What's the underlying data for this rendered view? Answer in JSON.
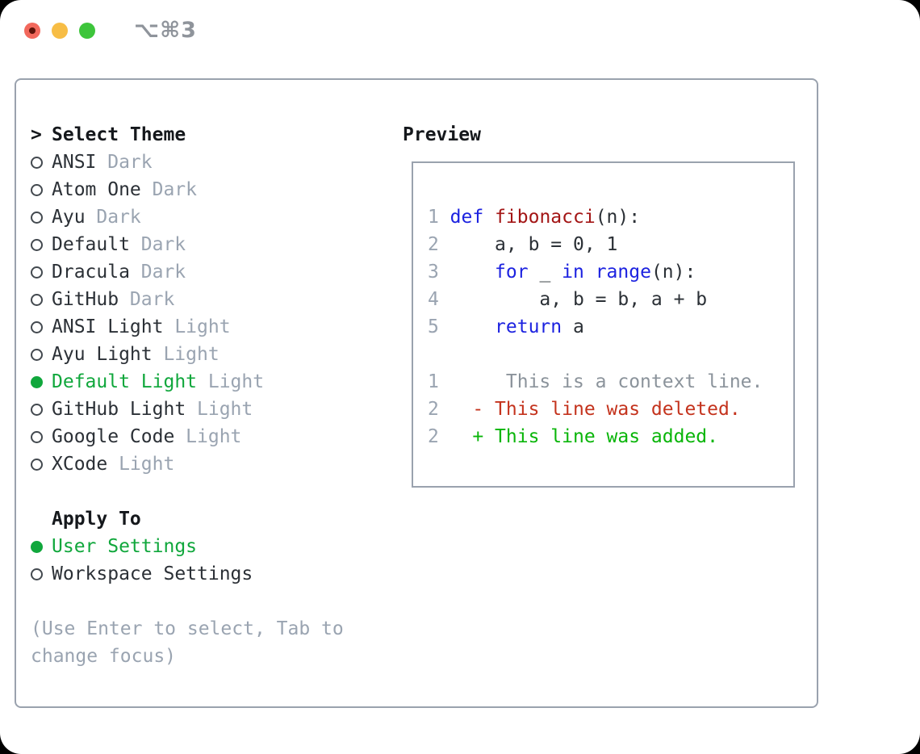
{
  "window": {
    "title": "⌥⌘3",
    "traffic_lights": [
      "close",
      "minimize",
      "maximize"
    ]
  },
  "colors": {
    "text": "#2b3036",
    "heading": "#15181c",
    "muted": "#9aa4b1",
    "context": "#8b939b",
    "keyword": "#1c22e0",
    "func": "#a31515",
    "deleted": "#c4331d",
    "added": "#09b509",
    "selection": "#10a73c",
    "border": "#9aa2ae",
    "title": "#8f949b",
    "tl_red": "#f2685c",
    "tl_yellow": "#f7bd45",
    "tl_green": "#3dc53b"
  },
  "theme_picker": {
    "cursor": ">",
    "header": "Select Theme",
    "items": [
      {
        "name": "ANSI",
        "variant": "Dark",
        "selected": false
      },
      {
        "name": "Atom One",
        "variant": "Dark",
        "selected": false
      },
      {
        "name": "Ayu",
        "variant": "Dark",
        "selected": false
      },
      {
        "name": "Default",
        "variant": "Dark",
        "selected": false
      },
      {
        "name": "Dracula",
        "variant": "Dark",
        "selected": false
      },
      {
        "name": "GitHub",
        "variant": "Dark",
        "selected": false
      },
      {
        "name": "ANSI Light",
        "variant": "Light",
        "selected": false
      },
      {
        "name": "Ayu Light",
        "variant": "Light",
        "selected": false
      },
      {
        "name": "Default Light",
        "variant": "Light",
        "selected": true
      },
      {
        "name": "GitHub Light",
        "variant": "Light",
        "selected": false
      },
      {
        "name": "Google Code",
        "variant": "Light",
        "selected": false
      },
      {
        "name": "XCode",
        "variant": "Light",
        "selected": false
      }
    ],
    "apply_to": {
      "header": "Apply To",
      "options": [
        {
          "name": "User Settings",
          "selected": true
        },
        {
          "name": "Workspace Settings",
          "selected": false
        }
      ]
    },
    "hint": "(Use Enter to select, Tab to change focus)"
  },
  "preview": {
    "label": "Preview",
    "code": [
      {
        "num": "1",
        "s0": "def",
        "s1": " ",
        "s2": "fibonacci",
        "s3": "(n):"
      },
      {
        "num": "2",
        "s0": "    a, b = 0, 1"
      },
      {
        "num": "3",
        "s0": "    ",
        "s1": "for",
        "s2": " _ ",
        "s3": "in",
        "s4": " ",
        "s5": "range",
        "s6": "(n):"
      },
      {
        "num": "4",
        "s0": "        a, b = b, a + b"
      },
      {
        "num": "5",
        "s0": "    ",
        "s1": "return",
        "s2": " a"
      }
    ],
    "diff": [
      {
        "num": "1",
        "s0": "     This is a context line."
      },
      {
        "num": "2",
        "s0": "  ",
        "s1": "- This line was deleted."
      },
      {
        "num": "2",
        "s0": "  ",
        "s1": "+ This line was added."
      }
    ]
  }
}
